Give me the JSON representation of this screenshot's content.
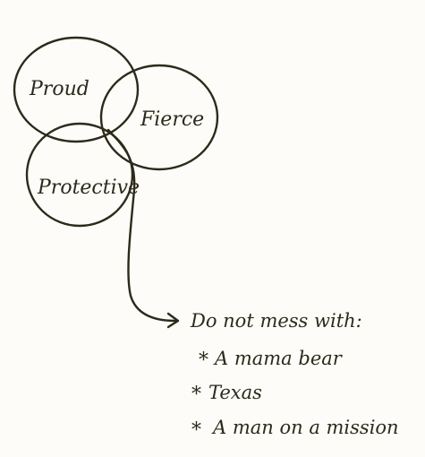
{
  "diagram": {
    "type": "venn-sketch",
    "sets": [
      {
        "id": "proud",
        "label": "Proud"
      },
      {
        "id": "fierce",
        "label": "Fierce"
      },
      {
        "id": "protective",
        "label": "Protective"
      }
    ],
    "note": {
      "heading": "Do not mess with:",
      "bullet_marker": "*",
      "items": [
        "A mama bear",
        "Texas",
        "A man on a mission"
      ]
    }
  },
  "colors": {
    "ink": "#2c2a1a",
    "paper": "#fdfcf8"
  }
}
